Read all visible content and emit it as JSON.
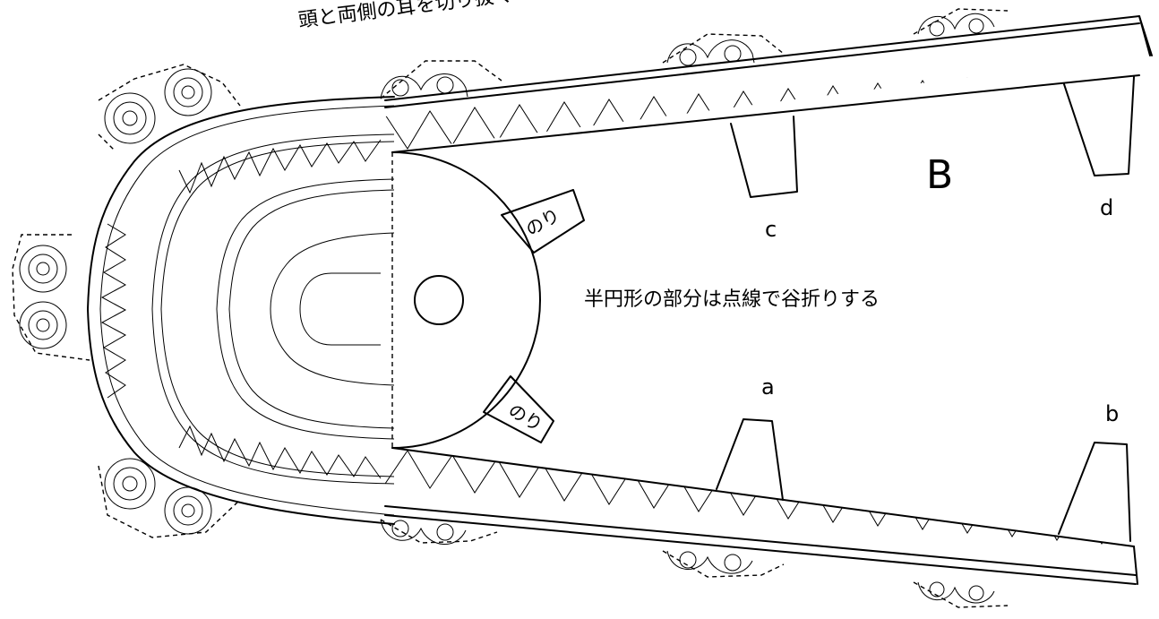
{
  "header_text": "頭と両側の耳を切り抜く",
  "part_label": "B",
  "instruction": "半円形の部分は点線で谷折りする",
  "glue_tab_label": "のり",
  "tabs": [
    "a",
    "b",
    "c",
    "d"
  ]
}
